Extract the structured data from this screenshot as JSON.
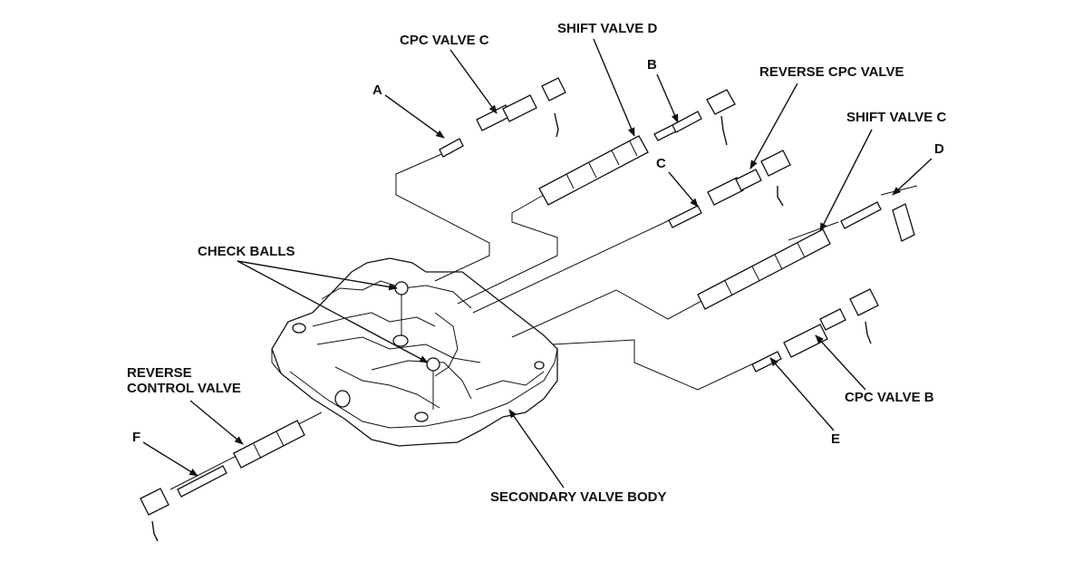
{
  "diagram": {
    "labels": {
      "cpc_valve_c": "CPC VALVE C",
      "shift_valve_d": "SHIFT VALVE D",
      "reverse_cpc_valve": "REVERSE CPC VALVE",
      "shift_valve_c": "SHIFT VALVE C",
      "check_balls": "CHECK BALLS",
      "reverse_control_valve_line1": "REVERSE",
      "reverse_control_valve_line2": "CONTROL VALVE",
      "cpc_valve_b": "CPC VALVE B",
      "secondary_valve_body": "SECONDARY VALVE BODY",
      "callout_a": "A",
      "callout_b": "B",
      "callout_c": "C",
      "callout_d": "D",
      "callout_e": "E",
      "callout_f": "F"
    },
    "colors": {
      "ink": "#111111",
      "background": "#ffffff"
    }
  }
}
